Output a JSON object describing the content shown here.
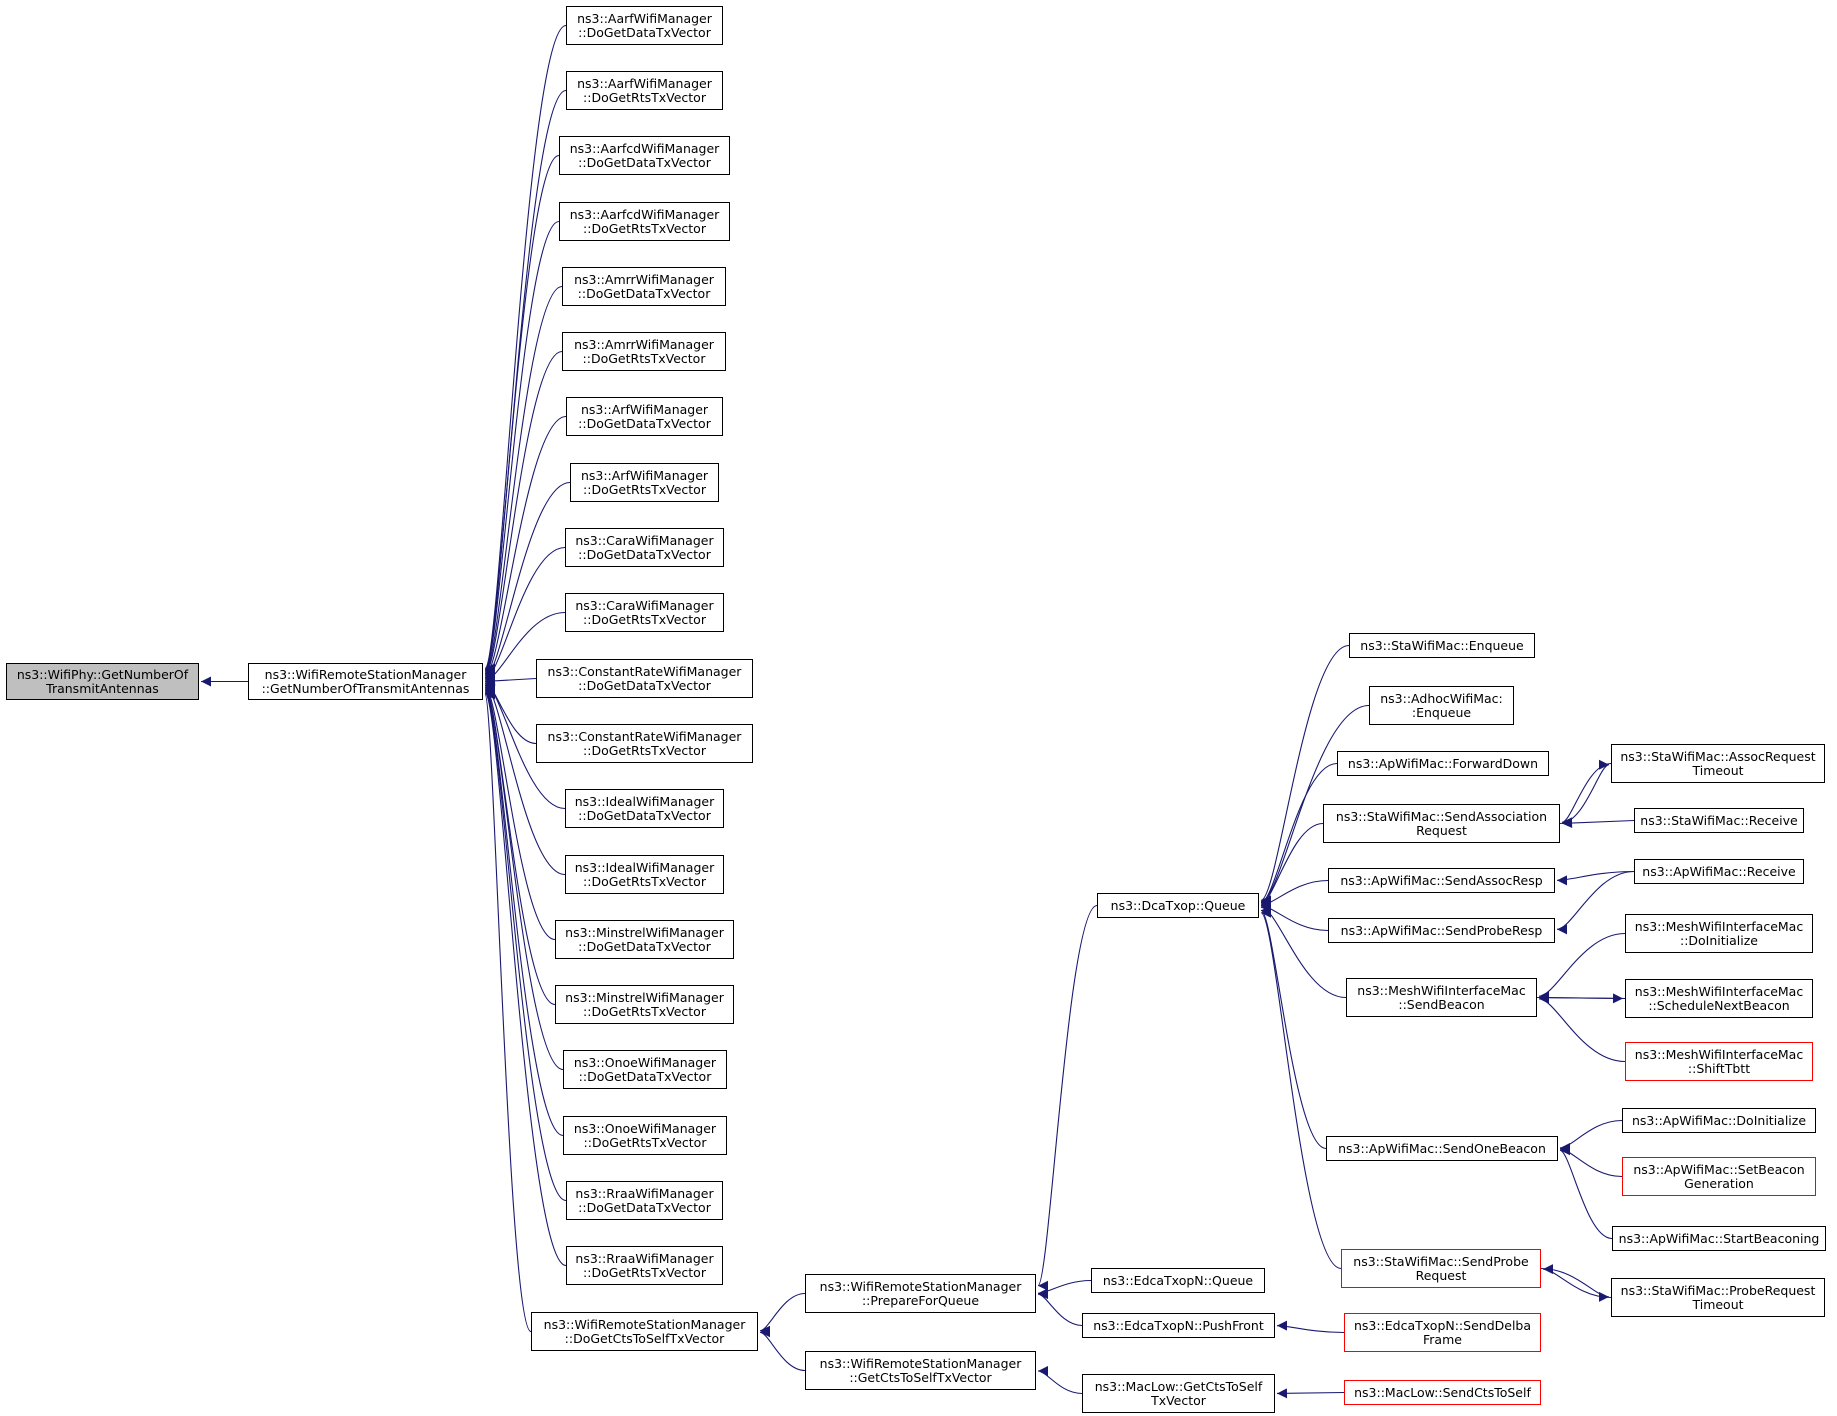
{
  "colors": {
    "edge": "#191970",
    "node_border": "#000000",
    "truncated_border": "#ff0000",
    "root_fill": "#bfbfbf",
    "background": "#ffffff"
  },
  "nodes": [
    {
      "id": "n0",
      "lines": [
        "ns3::WifiPhy::GetNumberOf",
        "TransmitAntennas"
      ],
      "role": "root"
    },
    {
      "id": "n1",
      "lines": [
        "ns3::WifiRemoteStationManager",
        "::GetNumberOfTransmitAntennas"
      ]
    },
    {
      "id": "n2",
      "lines": [
        "ns3::AarfWifiManager",
        "::DoGetDataTxVector"
      ]
    },
    {
      "id": "n3",
      "lines": [
        "ns3::AarfWifiManager",
        "::DoGetRtsTxVector"
      ]
    },
    {
      "id": "n4",
      "lines": [
        "ns3::AarfcdWifiManager",
        "::DoGetDataTxVector"
      ]
    },
    {
      "id": "n5",
      "lines": [
        "ns3::AarfcdWifiManager",
        "::DoGetRtsTxVector"
      ]
    },
    {
      "id": "n6",
      "lines": [
        "ns3::AmrrWifiManager",
        "::DoGetDataTxVector"
      ]
    },
    {
      "id": "n7",
      "lines": [
        "ns3::AmrrWifiManager",
        "::DoGetRtsTxVector"
      ]
    },
    {
      "id": "n8",
      "lines": [
        "ns3::ArfWifiManager",
        "::DoGetDataTxVector"
      ]
    },
    {
      "id": "n9",
      "lines": [
        "ns3::ArfWifiManager",
        "::DoGetRtsTxVector"
      ]
    },
    {
      "id": "n10",
      "lines": [
        "ns3::CaraWifiManager",
        "::DoGetDataTxVector"
      ]
    },
    {
      "id": "n11",
      "lines": [
        "ns3::CaraWifiManager",
        "::DoGetRtsTxVector"
      ]
    },
    {
      "id": "n12",
      "lines": [
        "ns3::ConstantRateWifiManager",
        "::DoGetDataTxVector"
      ]
    },
    {
      "id": "n13",
      "lines": [
        "ns3::ConstantRateWifiManager",
        "::DoGetRtsTxVector"
      ]
    },
    {
      "id": "n14",
      "lines": [
        "ns3::IdealWifiManager",
        "::DoGetDataTxVector"
      ]
    },
    {
      "id": "n15",
      "lines": [
        "ns3::IdealWifiManager",
        "::DoGetRtsTxVector"
      ]
    },
    {
      "id": "n16",
      "lines": [
        "ns3::MinstrelWifiManager",
        "::DoGetDataTxVector"
      ]
    },
    {
      "id": "n17",
      "lines": [
        "ns3::MinstrelWifiManager",
        "::DoGetRtsTxVector"
      ]
    },
    {
      "id": "n18",
      "lines": [
        "ns3::OnoeWifiManager",
        "::DoGetDataTxVector"
      ]
    },
    {
      "id": "n19",
      "lines": [
        "ns3::OnoeWifiManager",
        "::DoGetRtsTxVector"
      ]
    },
    {
      "id": "n20",
      "lines": [
        "ns3::RraaWifiManager",
        "::DoGetDataTxVector"
      ]
    },
    {
      "id": "n21",
      "lines": [
        "ns3::RraaWifiManager",
        "::DoGetRtsTxVector"
      ]
    },
    {
      "id": "n22",
      "lines": [
        "ns3::WifiRemoteStationManager",
        "::DoGetCtsToSelfTxVector"
      ]
    },
    {
      "id": "n23",
      "lines": [
        "ns3::WifiRemoteStationManager",
        "::PrepareForQueue"
      ]
    },
    {
      "id": "n24",
      "lines": [
        "ns3::WifiRemoteStationManager",
        "::GetCtsToSelfTxVector"
      ]
    },
    {
      "id": "n25",
      "lines": [
        "ns3::DcaTxop::Queue"
      ]
    },
    {
      "id": "n26",
      "lines": [
        "ns3::EdcaTxopN::Queue"
      ]
    },
    {
      "id": "n27",
      "lines": [
        "ns3::EdcaTxopN::PushFront"
      ]
    },
    {
      "id": "n28",
      "lines": [
        "ns3::MacLow::GetCtsToSelf",
        "TxVector"
      ]
    },
    {
      "id": "n29",
      "lines": [
        "ns3::EdcaTxopN::SendDelba",
        "Frame"
      ],
      "truncated": true
    },
    {
      "id": "n30",
      "lines": [
        "ns3::MacLow::SendCtsToSelf"
      ],
      "truncated": true
    },
    {
      "id": "n31",
      "lines": [
        "ns3::StaWifiMac::Enqueue"
      ]
    },
    {
      "id": "n32",
      "lines": [
        "ns3::AdhocWifiMac:",
        ":Enqueue"
      ]
    },
    {
      "id": "n33",
      "lines": [
        "ns3::ApWifiMac::ForwardDown"
      ]
    },
    {
      "id": "n34",
      "lines": [
        "ns3::StaWifiMac::SendAssociation",
        "Request"
      ]
    },
    {
      "id": "n35",
      "lines": [
        "ns3::ApWifiMac::SendAssocResp"
      ]
    },
    {
      "id": "n36",
      "lines": [
        "ns3::ApWifiMac::SendProbeResp"
      ]
    },
    {
      "id": "n37",
      "lines": [
        "ns3::MeshWifiInterfaceMac",
        "::SendBeacon"
      ]
    },
    {
      "id": "n38",
      "lines": [
        "ns3::ApWifiMac::SendOneBeacon"
      ]
    },
    {
      "id": "n39",
      "lines": [
        "ns3::StaWifiMac::SendProbe",
        "Request"
      ],
      "truncated": true
    },
    {
      "id": "n40",
      "lines": [
        "ns3::StaWifiMac::AssocRequest",
        "Timeout"
      ]
    },
    {
      "id": "n41",
      "lines": [
        "ns3::StaWifiMac::Receive"
      ]
    },
    {
      "id": "n42",
      "lines": [
        "ns3::ApWifiMac::Receive"
      ]
    },
    {
      "id": "n43",
      "lines": [
        "ns3::MeshWifiInterfaceMac",
        "::DoInitialize"
      ]
    },
    {
      "id": "n44",
      "lines": [
        "ns3::MeshWifiInterfaceMac",
        "::ScheduleNextBeacon"
      ]
    },
    {
      "id": "n45",
      "lines": [
        "ns3::MeshWifiInterfaceMac",
        "::ShiftTbtt"
      ],
      "truncated": true
    },
    {
      "id": "n46",
      "lines": [
        "ns3::ApWifiMac::DoInitialize"
      ]
    },
    {
      "id": "n47",
      "lines": [
        "ns3::ApWifiMac::SetBeacon",
        "Generation"
      ],
      "truncated": true
    },
    {
      "id": "n48",
      "lines": [
        "ns3::ApWifiMac::StartBeaconing"
      ]
    },
    {
      "id": "n49",
      "lines": [
        "ns3::StaWifiMac::ProbeRequest",
        "Timeout"
      ]
    }
  ],
  "edges": [
    {
      "from": "n1",
      "to": "n0"
    },
    {
      "from": "n2",
      "to": "n1"
    },
    {
      "from": "n3",
      "to": "n1"
    },
    {
      "from": "n4",
      "to": "n1"
    },
    {
      "from": "n5",
      "to": "n1"
    },
    {
      "from": "n6",
      "to": "n1"
    },
    {
      "from": "n7",
      "to": "n1"
    },
    {
      "from": "n8",
      "to": "n1"
    },
    {
      "from": "n9",
      "to": "n1"
    },
    {
      "from": "n10",
      "to": "n1"
    },
    {
      "from": "n11",
      "to": "n1"
    },
    {
      "from": "n12",
      "to": "n1"
    },
    {
      "from": "n13",
      "to": "n1"
    },
    {
      "from": "n14",
      "to": "n1"
    },
    {
      "from": "n15",
      "to": "n1"
    },
    {
      "from": "n16",
      "to": "n1"
    },
    {
      "from": "n17",
      "to": "n1"
    },
    {
      "from": "n18",
      "to": "n1"
    },
    {
      "from": "n19",
      "to": "n1"
    },
    {
      "from": "n20",
      "to": "n1"
    },
    {
      "from": "n21",
      "to": "n1"
    },
    {
      "from": "n22",
      "to": "n1"
    },
    {
      "from": "n23",
      "to": "n22"
    },
    {
      "from": "n24",
      "to": "n22"
    },
    {
      "from": "n25",
      "to": "n23"
    },
    {
      "from": "n26",
      "to": "n23"
    },
    {
      "from": "n27",
      "to": "n23"
    },
    {
      "from": "n28",
      "to": "n24"
    },
    {
      "from": "n29",
      "to": "n27"
    },
    {
      "from": "n30",
      "to": "n28"
    },
    {
      "from": "n31",
      "to": "n25"
    },
    {
      "from": "n32",
      "to": "n25"
    },
    {
      "from": "n33",
      "to": "n25"
    },
    {
      "from": "n34",
      "to": "n25"
    },
    {
      "from": "n35",
      "to": "n25"
    },
    {
      "from": "n36",
      "to": "n25"
    },
    {
      "from": "n37",
      "to": "n25"
    },
    {
      "from": "n38",
      "to": "n25"
    },
    {
      "from": "n39",
      "to": "n25"
    },
    {
      "from": "n40",
      "to": "n34"
    },
    {
      "from": "n41",
      "to": "n34"
    },
    {
      "from": "n34",
      "to": "n40"
    },
    {
      "from": "n42",
      "to": "n35"
    },
    {
      "from": "n42",
      "to": "n36"
    },
    {
      "from": "n43",
      "to": "n37"
    },
    {
      "from": "n44",
      "to": "n37"
    },
    {
      "from": "n45",
      "to": "n37"
    },
    {
      "from": "n37",
      "to": "n44"
    },
    {
      "from": "n46",
      "to": "n38"
    },
    {
      "from": "n47",
      "to": "n38"
    },
    {
      "from": "n48",
      "to": "n38"
    },
    {
      "from": "n49",
      "to": "n39"
    },
    {
      "from": "n39",
      "to": "n49"
    }
  ]
}
